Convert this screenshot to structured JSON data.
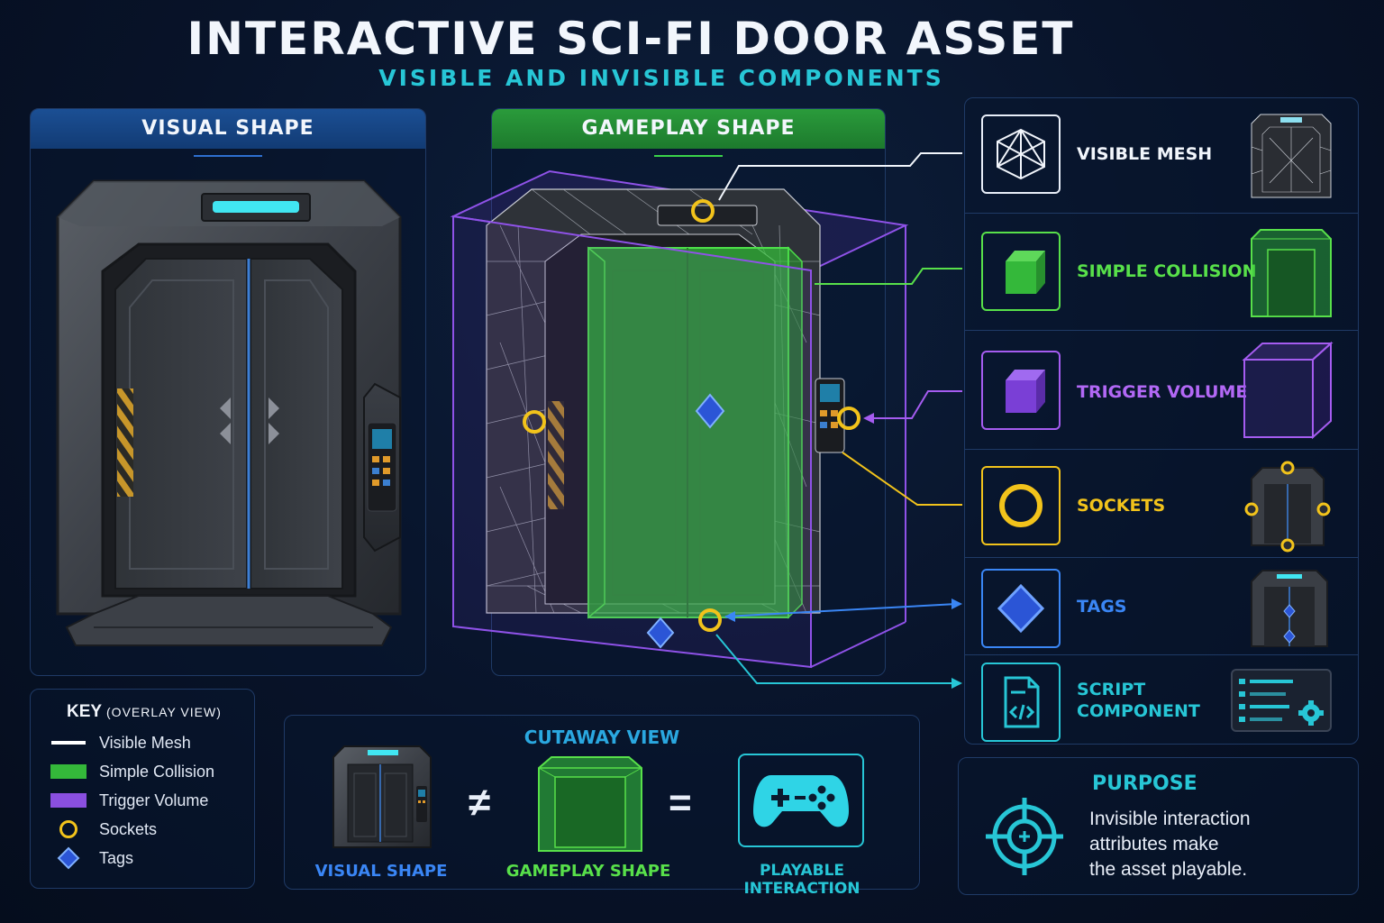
{
  "title": "INTERACTIVE SCI-FI DOOR ASSET",
  "subtitle": "VISIBLE AND INVISIBLE COMPONENTS",
  "visual_panel": {
    "header": "VISUAL SHAPE"
  },
  "gameplay_panel": {
    "header": "GAMEPLAY SHAPE"
  },
  "components": [
    {
      "label": "VISIBLE MESH",
      "color": "#f2f6fc",
      "icon": "wireframe-cube-icon"
    },
    {
      "label": "SIMPLE COLLISION",
      "color": "#58e04a",
      "icon": "green-cube-icon"
    },
    {
      "label": "TRIGGER VOLUME",
      "color": "#a55cf0",
      "icon": "purple-cube-icon"
    },
    {
      "label": "SOCKETS",
      "color": "#f2c31b",
      "icon": "socket-ring-icon"
    },
    {
      "label": "TAGS",
      "color": "#3a86f5",
      "icon": "tag-diamond-icon"
    },
    {
      "label_line1": "SCRIPT",
      "label_line2": "COMPONENT",
      "color": "#27c6d6",
      "icon": "script-file-icon"
    }
  ],
  "key": {
    "title": "KEY",
    "subtitle": "(OVERLAY VIEW)",
    "items": [
      {
        "label": "Visible Mesh",
        "color": "#ffffff"
      },
      {
        "label": "Simple Collision",
        "color": "#34b83a"
      },
      {
        "label": "Trigger Volume",
        "color": "#8a4fe0"
      },
      {
        "label": "Sockets",
        "color": "#f2c31b"
      },
      {
        "label": "Tags",
        "color": "#3a6ef5"
      }
    ]
  },
  "cutaway": {
    "title": "CUTAWAY VIEW",
    "left_label": "VISUAL SHAPE",
    "middle_label": "GAMEPLAY SHAPE",
    "right_label": "PLAYABLE INTERACTION",
    "not_equal": "≠",
    "equals": "="
  },
  "purpose": {
    "title": "PURPOSE",
    "line1": "Invisible interaction",
    "line2": "attributes make",
    "line3": "the asset playable."
  }
}
